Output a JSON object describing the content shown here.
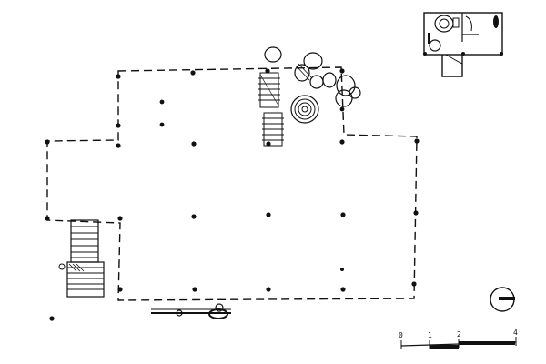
{
  "scale_bar": {
    "tick_labels": [
      "0",
      "1",
      "2",
      "4"
    ]
  },
  "colors": {
    "ink": "#111111",
    "paper": "#ffffff"
  },
  "icons": {
    "north_arrow": "north-arrow-icon"
  }
}
